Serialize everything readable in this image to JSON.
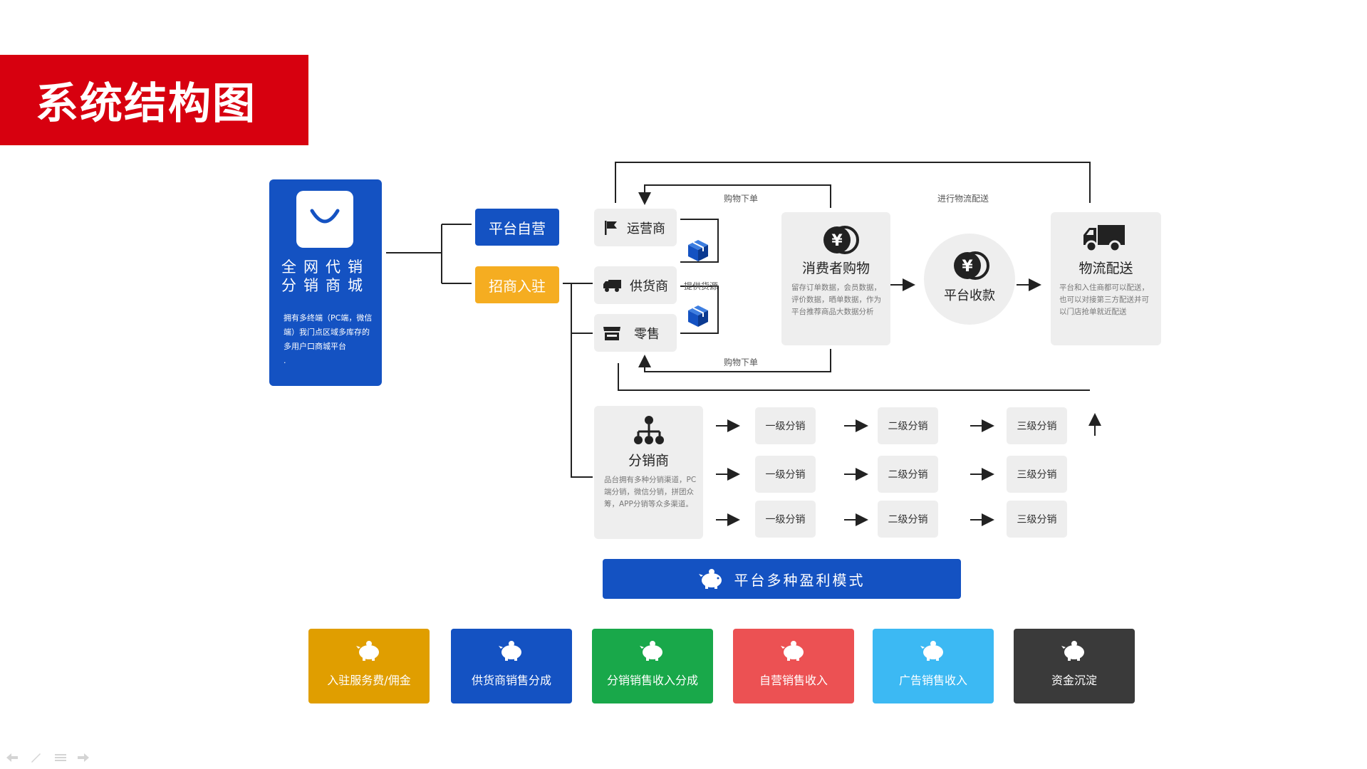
{
  "title": "系统结构图",
  "shop": {
    "name_line1": "全网代销",
    "name_line2": "分销商城",
    "desc": "拥有多终端（PC端，微信端）我门点区域多库存的多用户口商城平台",
    "desc_dot": "."
  },
  "modes": {
    "self": "平台自营",
    "merchant": "招商入驻"
  },
  "roles": {
    "operator": "运营商",
    "supplier": "供货商",
    "retail": "零售"
  },
  "labels": {
    "order_top": "购物下单",
    "order_bottom": "购物下单",
    "supply": "提供货源",
    "logistics_top": "进行物流配送"
  },
  "consumer": {
    "title": "消费者购物",
    "desc": "留存订单数据，会员数据，评价数据，晒单数据，作为平台推荐商品大数据分析"
  },
  "payment": {
    "title": "平台收款"
  },
  "delivery": {
    "title": "物流配送",
    "desc": "平台和入住商都可以配送，也可以对接第三方配送并可以门店抢单就近配送"
  },
  "distributor": {
    "title": "分销商",
    "desc": "品台拥有多种分销渠道，PC端分销，微信分销，拼团众筹，APP分销等众多渠道。"
  },
  "levels": [
    [
      "一级分销",
      "二级分销",
      "三级分销"
    ],
    [
      "一级分销",
      "二级分销",
      "三级分销"
    ],
    [
      "一级分销",
      "二级分销",
      "三级分销"
    ]
  ],
  "banner": "平台多种盈利模式",
  "revenue": [
    {
      "label": "入驻服务费/佣金",
      "color": "#e09e00"
    },
    {
      "label": "供货商销售分成",
      "color": "#1452c2"
    },
    {
      "label": "分销销售收入分成",
      "color": "#19a84a"
    },
    {
      "label": "自营销售收入",
      "color": "#ec5153"
    },
    {
      "label": "广告销售收入",
      "color": "#3cb9f3"
    },
    {
      "label": "资金沉淀",
      "color": "#3a3a3a"
    }
  ],
  "colors": {
    "title_red": "#d7000f",
    "blue": "#1452c2",
    "orange": "#f5ad21",
    "box_gray": "#eeeeee"
  },
  "icons": {
    "operator": "flag-icon",
    "supplier": "truck-icon",
    "retail": "store-icon",
    "cube": "cube-icon",
    "consumer": "yen-coin-icon",
    "delivery": "delivery-truck-icon",
    "distributor": "network-icon",
    "money": "piggy-bank-icon"
  }
}
